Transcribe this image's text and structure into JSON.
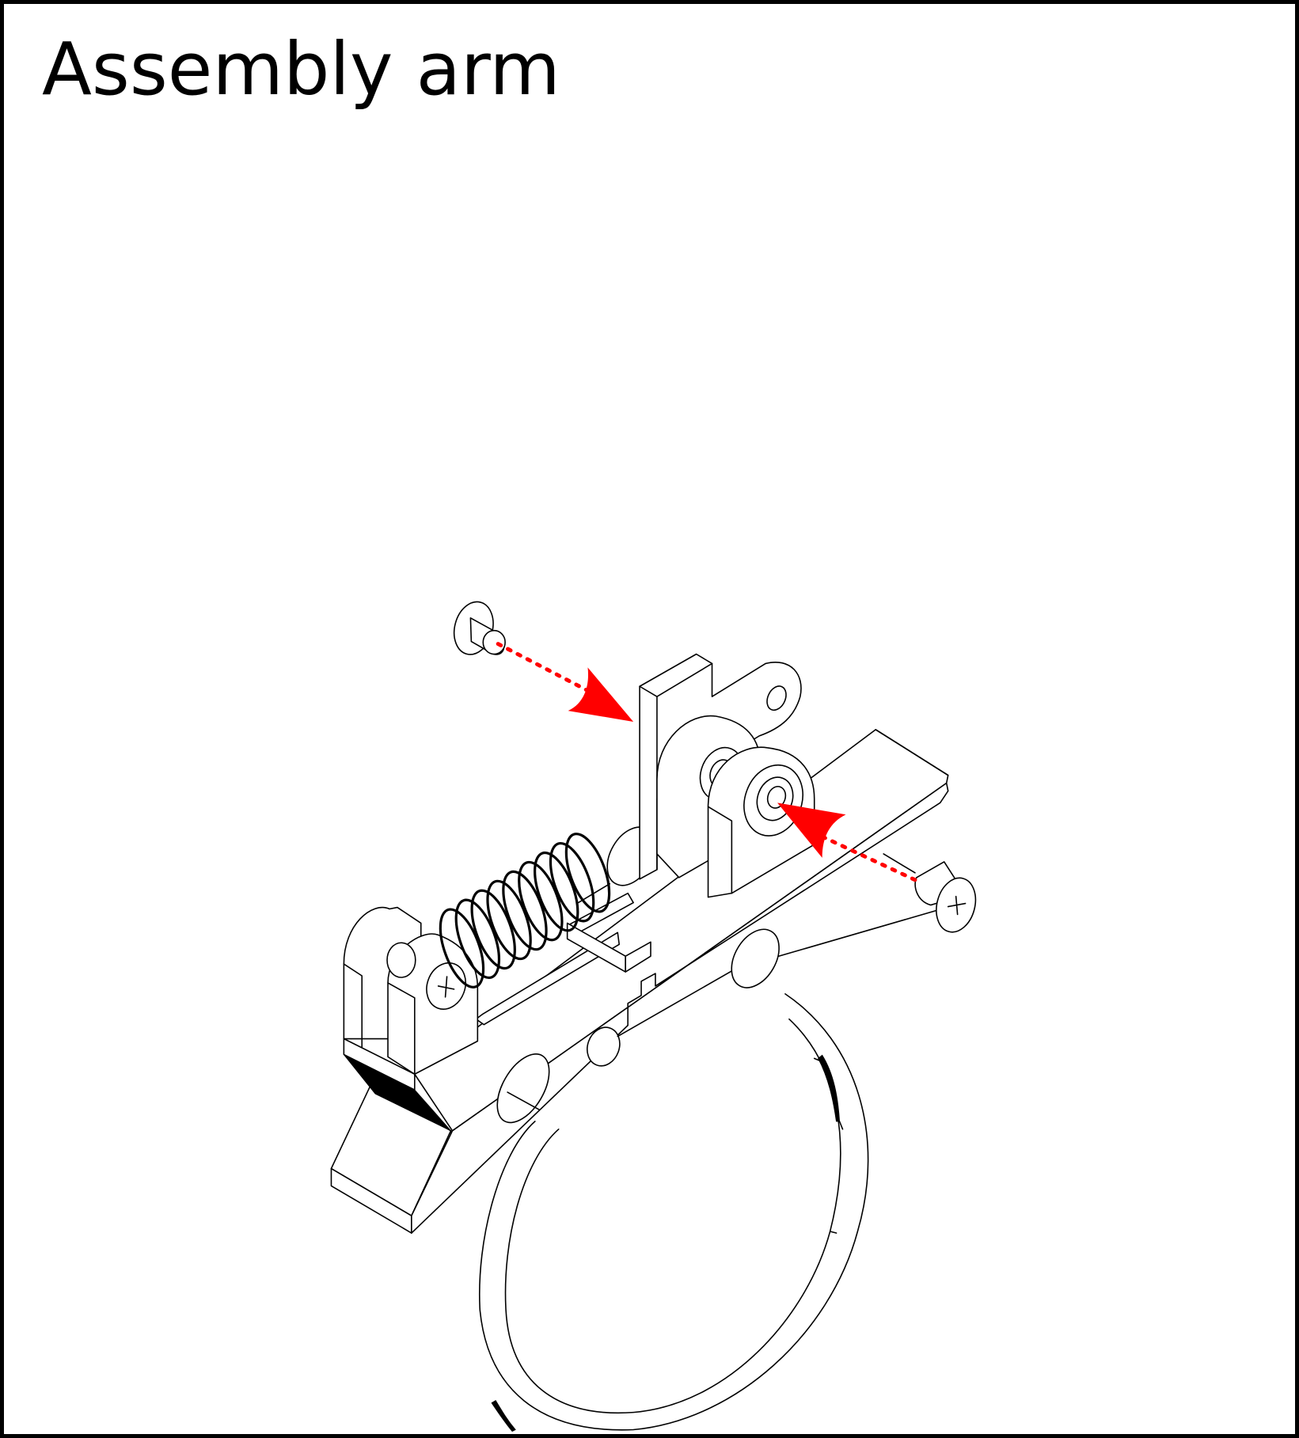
{
  "title": "Assembly arm",
  "colors": {
    "outline": "#000000",
    "background": "#ffffff",
    "arrow": "#ff0000"
  },
  "parts": [
    "base-jaw",
    "pivot-bracket",
    "spring",
    "rear-clevis",
    "ring",
    "left-pin",
    "right-screw"
  ],
  "icons": [
    "arrow-icon"
  ]
}
